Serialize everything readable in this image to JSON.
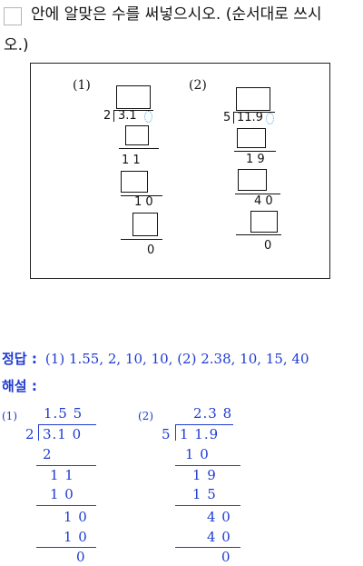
{
  "question": {
    "line1": "안에 알맞은 수를 써넣으시오. (순서대로 쓰시",
    "line2": "오.)"
  },
  "figure": {
    "p1": {
      "label": "(1)",
      "divisor": "2",
      "dividend": "3.1",
      "step1": "1 1",
      "step2": "1 0",
      "step3": "0"
    },
    "p2": {
      "label": "(2)",
      "divisor": "5",
      "dividend": "11.9",
      "step1": "1 9",
      "step2": "4 0",
      "step3": "0"
    }
  },
  "answer": {
    "label": "정답 :",
    "text": "(1) 1.55,  2,  10,  10,  (2) 2.38,  10,  15,  40"
  },
  "solution": {
    "label": "해설 :",
    "p1": {
      "label": "(1)",
      "quotient": "1.5 5",
      "divisor": "2",
      "dividend": "3.1 0",
      "rows": [
        "2",
        "1 1",
        "1 0",
        "1 0",
        "1 0",
        "0"
      ]
    },
    "p2": {
      "label": "(2)",
      "quotient": "2.3 8",
      "divisor": "5",
      "dividend": "1 1.9",
      "rows": [
        "1 0",
        "1 9",
        "1 5",
        "4 0",
        "4 0",
        "0"
      ]
    }
  }
}
